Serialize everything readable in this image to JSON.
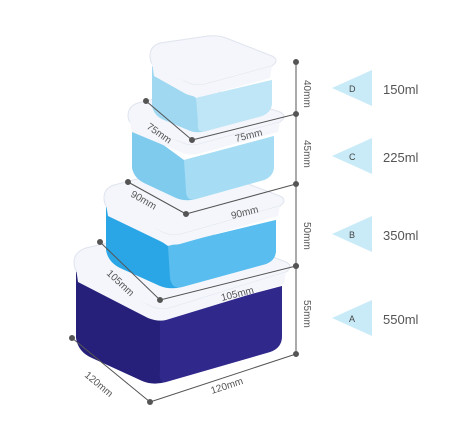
{
  "colors": {
    "lid": "#f4f6fb",
    "lid_edge": "#dfe4ee",
    "box_d_front": "#9fd8f0",
    "box_d_side": "#c6eaf8",
    "box_c_front": "#7fcbee",
    "box_c_side": "#b3e3f7",
    "box_b_front": "#2aa6e6",
    "box_b_side": "#6dc7f2",
    "box_a_front": "#26207a",
    "box_a_side": "#3a2f9a",
    "dim_line": "#555555",
    "marker": "#c9ebf8"
  },
  "containers": [
    {
      "id": "D",
      "letter": "D",
      "volume": "150ml",
      "height": "40mm",
      "depth": "75mm",
      "width": "75mm"
    },
    {
      "id": "C",
      "letter": "C",
      "volume": "225ml",
      "height": "45mm",
      "depth": "75mm",
      "width": "75mm"
    },
    {
      "id": "B",
      "letter": "B",
      "volume": "350ml",
      "height": "50mm",
      "depth": "90mm",
      "width": "90mm"
    },
    {
      "id": "A",
      "letter": "A",
      "volume": "550ml",
      "height": "55mm",
      "depth": "105mm",
      "width": "105mm"
    },
    {
      "id": "base",
      "depth": "120mm",
      "width": "120mm"
    }
  ]
}
